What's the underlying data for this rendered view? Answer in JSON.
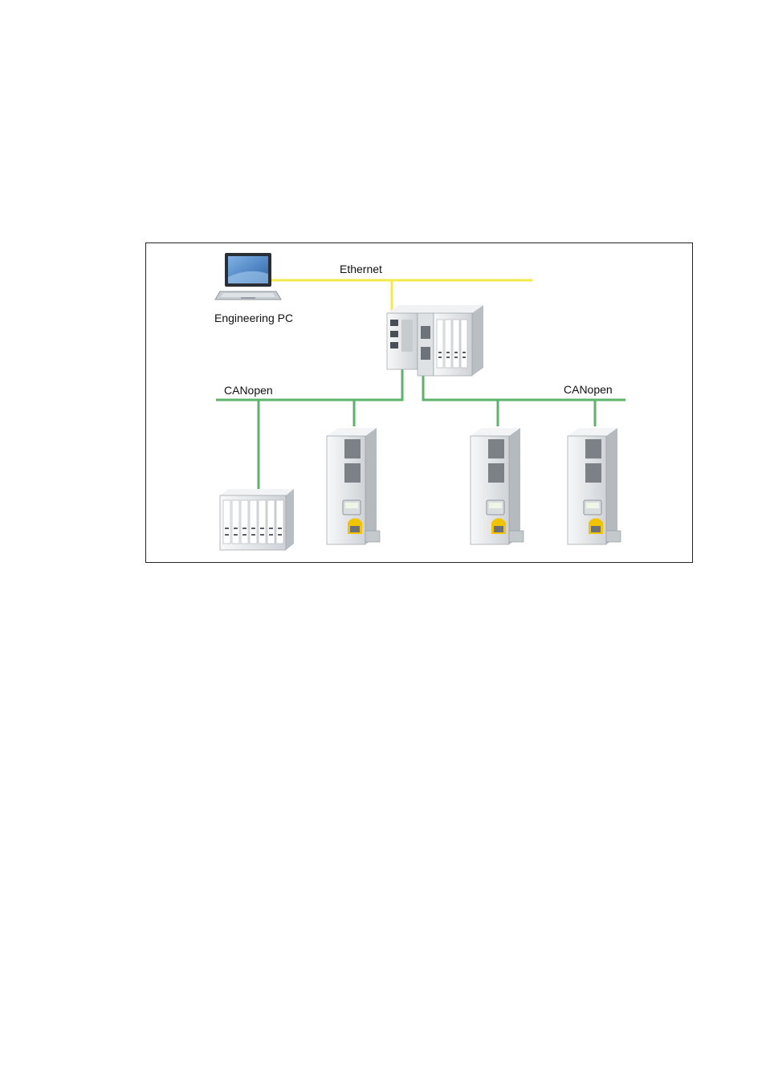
{
  "diagram": {
    "labels": {
      "ethernet": "Ethernet",
      "engineering_pc": "Engineering PC",
      "canopen_left": "CANopen",
      "canopen_right": "CANopen"
    },
    "colors": {
      "ethernet_line": "#f4e94a",
      "canopen_line": "#5cb36a",
      "frame_border": "#222222",
      "device_body": "#e6e8ea",
      "device_shadow": "#b7bcc0",
      "accent_yellow": "#f2c400",
      "screen_blue": "#3f7fc4"
    },
    "nodes": [
      {
        "id": "engineering-pc",
        "kind": "laptop"
      },
      {
        "id": "controller",
        "kind": "controller-with-io"
      },
      {
        "id": "io-module",
        "kind": "remote-io"
      },
      {
        "id": "drive-1",
        "kind": "servo-drive"
      },
      {
        "id": "drive-2",
        "kind": "servo-drive"
      },
      {
        "id": "drive-3",
        "kind": "servo-drive"
      }
    ]
  }
}
